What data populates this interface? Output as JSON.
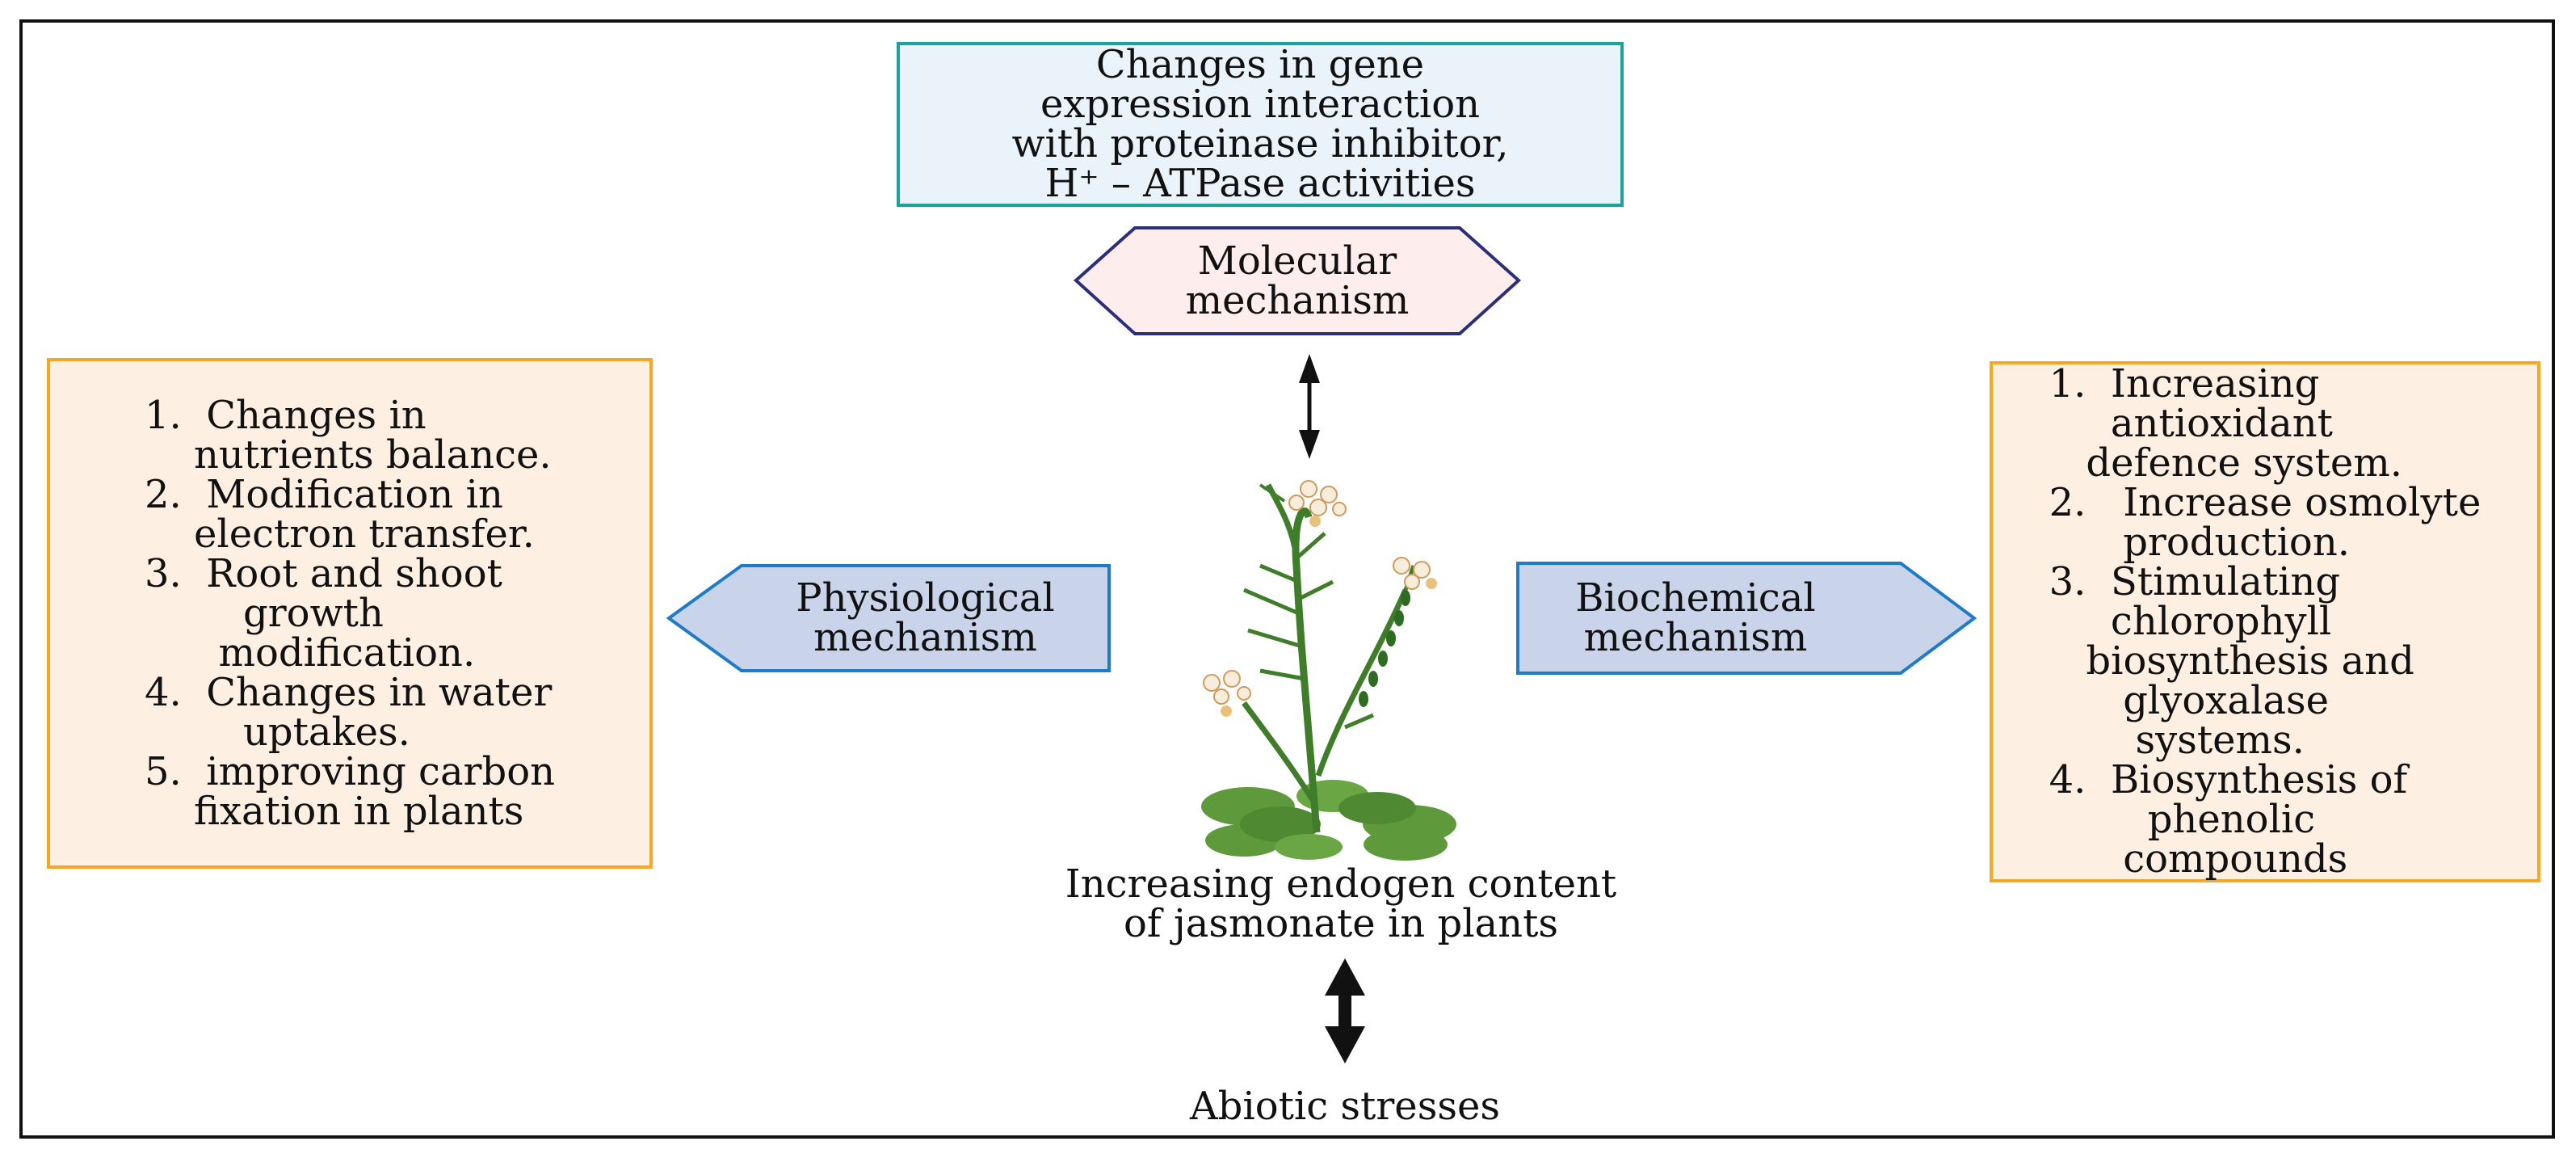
{
  "molecular": {
    "effects_lines": [
      "Changes in gene",
      "expression interaction",
      "with proteinase inhibitor,",
      "H⁺ – ATPase activities"
    ],
    "label_lines": [
      "Molecular",
      "mechanism"
    ]
  },
  "physiological": {
    "label_lines": [
      "Physiological",
      "mechanism"
    ],
    "effects_lines": [
      "1.  Changes in",
      "    nutrients balance.",
      "2.  Modification in",
      "    electron transfer.",
      "3.  Root and shoot",
      "        growth",
      "      modification.",
      "4.  Changes in water",
      "        uptakes.",
      "5.  improving carbon",
      "    fixation in plants"
    ]
  },
  "biochemical": {
    "label_lines": [
      "Biochemical",
      "mechanism"
    ],
    "effects_lines": [
      "1.  Increasing",
      "     antioxidant",
      "   defence system.",
      "2.   Increase osmolyte",
      "      production.",
      "3.  Stimulating",
      "     chlorophyll",
      "   biosynthesis and",
      "      glyoxalase",
      "       systems.",
      "4.  Biosynthesis of",
      "        phenolic",
      "      compounds"
    ]
  },
  "center": {
    "caption_lines": [
      "Increasing endogen content",
      "of jasmonate in plants"
    ],
    "bottom_label": "Abiotic stresses"
  },
  "colors": {
    "molecular_fill": "#fdeeed",
    "molecular_stroke": "#2b2f7a",
    "mechanism_fill": "#c9d4ea",
    "mechanism_stroke": "#1e7bc7",
    "effects_fill": "#fdf0e2",
    "effects_stroke": "#f5a623",
    "gene_fill": "#eaf3fa",
    "gene_stroke": "#1aa39a"
  }
}
